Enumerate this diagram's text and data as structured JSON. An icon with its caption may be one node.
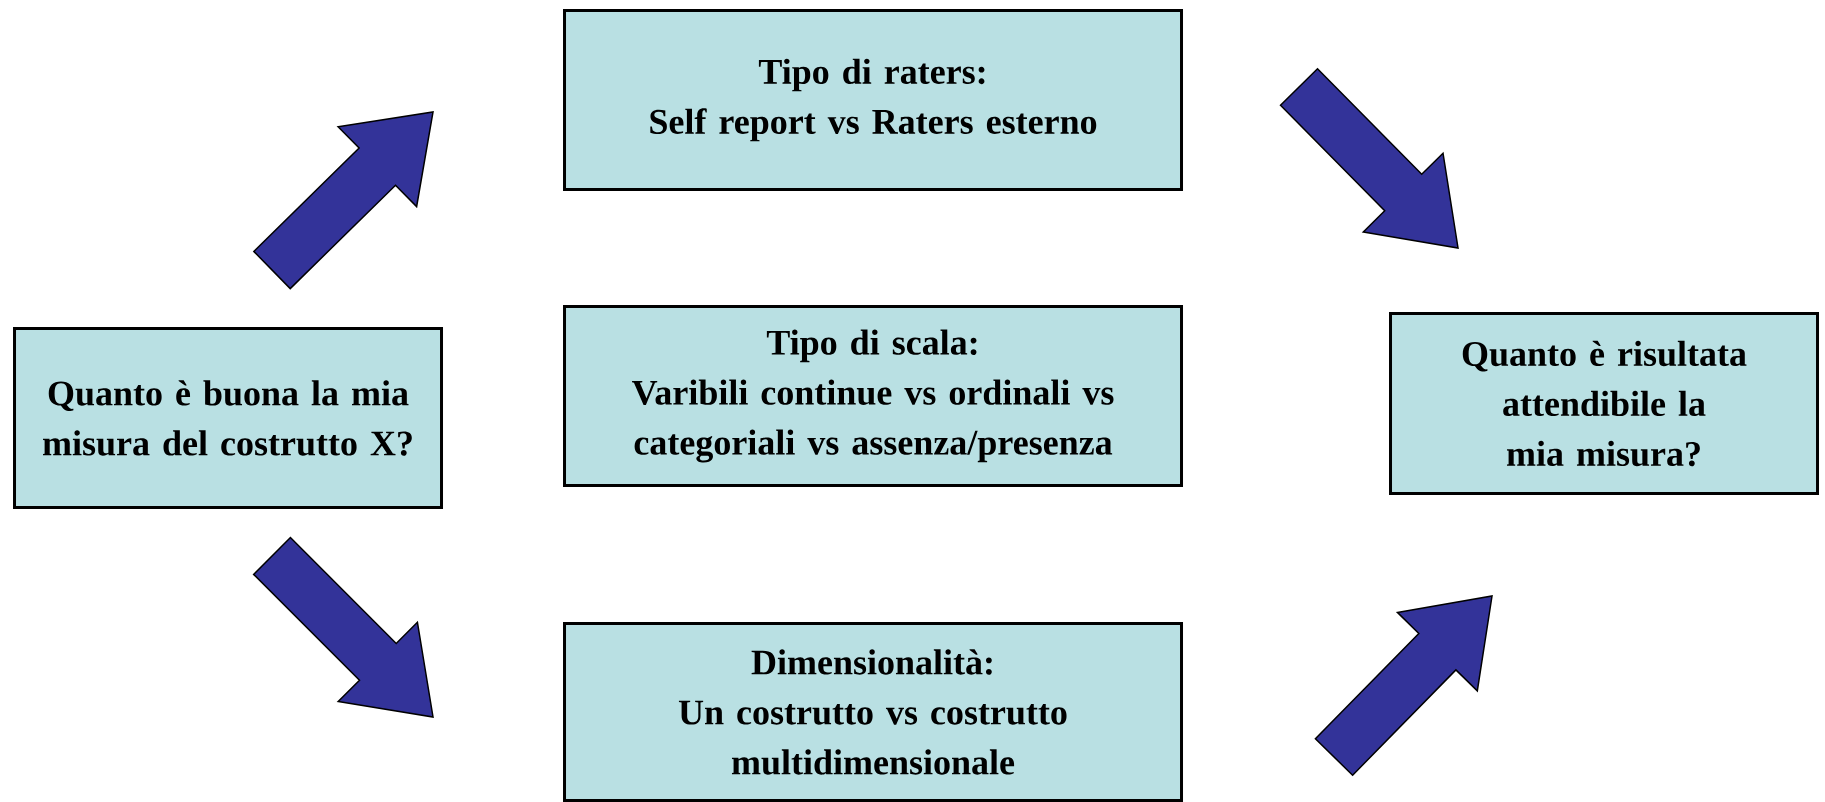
{
  "diagram": {
    "nodes": [
      {
        "text": [
          "Quanto è buona la mia misura del costrutto X?"
        ]
      },
      {
        "text": [
          "Tipo di raters:",
          "Self report vs Raters esterno"
        ]
      },
      {
        "text": [
          "Tipo di scala:",
          "Varibili continue vs ordinali vs categoriali vs assenza/presenza"
        ]
      },
      {
        "text": [
          "Dimensionalità:",
          "Un costrutto vs costrutto multidimensionale"
        ]
      },
      {
        "text": [
          "Quanto è risultata attendibile la mia misura?"
        ]
      }
    ],
    "edges": [
      {
        "from": 0,
        "to": 1,
        "arrow": "to"
      },
      {
        "from": 0,
        "to": 3,
        "arrow": "to"
      },
      {
        "from": 1,
        "to": 4,
        "arrow": "to"
      },
      {
        "from": 3,
        "to": 4,
        "arrow": "to"
      }
    ]
  }
}
